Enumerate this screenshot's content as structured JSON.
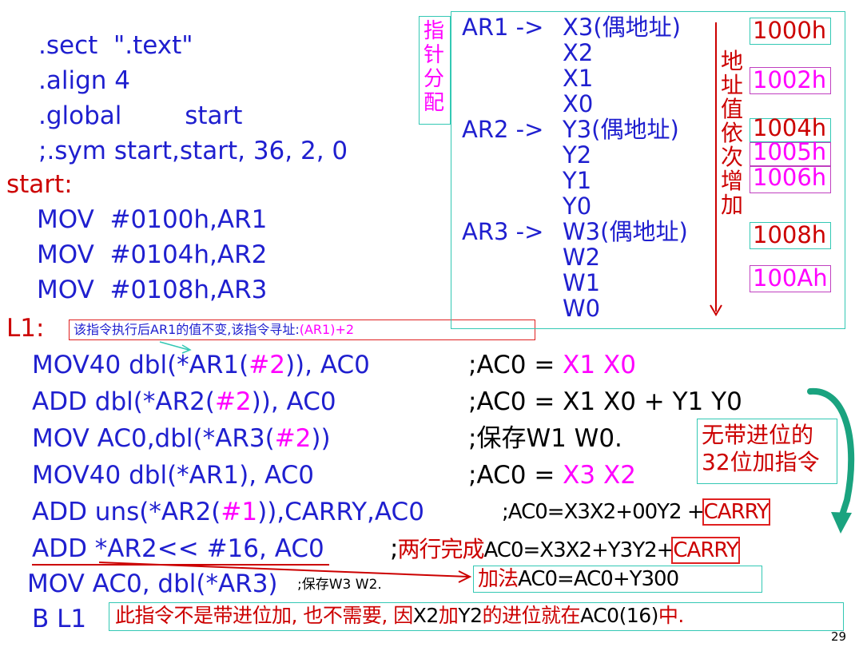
{
  "colors": {
    "blue": "#1f1fcf",
    "red": "#cc0000",
    "magenta": "#ff00ff",
    "teal": "#33c8b4"
  },
  "directives": [
    ".sect  \".text\"",
    ".align 4",
    ".global        start",
    ";.sym start,start, 36, 2, 0"
  ],
  "label_start": "start:",
  "init_moves": [
    "MOV  #0100h,AR1",
    "MOV  #0104h,AR2",
    "MOV  #0108h,AR3"
  ],
  "label_l1": "L1:",
  "l1_note_a": "该指令执行后AR1的值不变,该指令寻址:",
  "l1_note_b": "(AR1)+2",
  "pointer_alloc": "指针分配",
  "addr_increase": "地址值依次增加",
  "memory": {
    "ar1": "AR1 ->",
    "ar2": "AR2 ->",
    "ar3": "AR3 ->",
    "x": [
      "X3(偶地址)",
      "X2",
      "X1",
      "X0"
    ],
    "y": [
      "Y3(偶地址)",
      "Y2",
      "Y1",
      "Y0"
    ],
    "w": [
      "W3(偶地址)",
      "W2",
      "W1",
      "W0"
    ],
    "addresses": [
      "1000h",
      "1002h",
      "1004h",
      "1005h",
      "1006h",
      "1008h",
      "100Ah"
    ]
  },
  "code": {
    "l1": {
      "a": "MOV40 dbl(*AR1(",
      "imm": "#2",
      "b": ")), AC0",
      "ca": ";AC0 = ",
      "cb": "X1 X0"
    },
    "l2": {
      "a": "ADD dbl(*AR2(",
      "imm": "#2",
      "b": ")), AC0",
      "c": ";AC0 = X1 X0 + Y1 Y0"
    },
    "l3": {
      "a": "MOV AC0,dbl(*AR3(",
      "imm": "#2",
      "b": "))",
      "c": ";保存W1 W0."
    },
    "l4": {
      "a": "MOV40 dbl(*AR1), AC0",
      "ca": ";AC0 = ",
      "cb": "X3 X2"
    },
    "l5": {
      "a": "ADD uns(*AR2(",
      "imm": "#1",
      "b": ")),CARRY,AC0",
      "ca": ";AC0=X3X2+00Y2 +",
      "cb": "CARRY"
    },
    "l6": {
      "a": "ADD *AR2<< #16, AC0",
      "ca": ";",
      "cb": "两行完成",
      "cc": "AC0=X3X2+Y3Y2+",
      "cd": "CARRY"
    },
    "l7": {
      "a": "MOV AC0, dbl(*AR3)",
      "c": ";保存W3 W2.",
      "na": "加法",
      "nb": "AC0=AC0+Y300"
    },
    "l8": {
      "a": "B L1",
      "na": "此指令不是带进位加, 也不需要, 因",
      "nb": "X2",
      "nc": "加",
      "nd": "Y2",
      "ne": "的进位就在",
      "nf": "AC0(16)",
      "ng": "中."
    }
  },
  "note_32bit": [
    "无带进位的",
    "32位加指令"
  ],
  "page_number": "29"
}
